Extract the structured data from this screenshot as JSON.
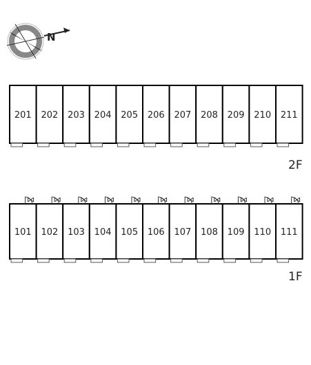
{
  "compass": {
    "icon": "compass-rose-icon",
    "north_letter": "N"
  },
  "floors": [
    {
      "label": "2F",
      "units": [
        "201",
        "202",
        "203",
        "204",
        "205",
        "206",
        "207",
        "208",
        "209",
        "210",
        "211"
      ]
    },
    {
      "label": "1F",
      "units": [
        "101",
        "102",
        "103",
        "104",
        "105",
        "106",
        "107",
        "108",
        "109",
        "110",
        "111"
      ]
    }
  ]
}
